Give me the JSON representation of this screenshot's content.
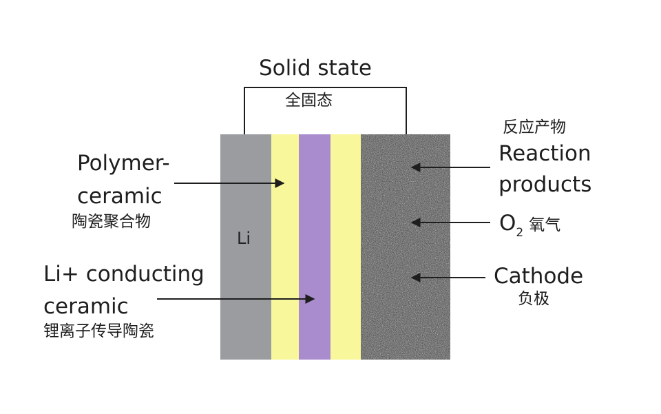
{
  "header": {
    "title_en": "Solid state",
    "title_cn": "全固态"
  },
  "layers": {
    "anode_label": "Li"
  },
  "left_labels": {
    "polymer_line1": "Polymer-",
    "polymer_line2": "ceramic",
    "polymer_cn": "陶瓷聚合物",
    "li_ceramic_line1": "Li+ conducting",
    "li_ceramic_line2": "ceramic",
    "li_ceramic_cn": "锂离子传导陶瓷"
  },
  "right_labels": {
    "reaction_cn": "反应产物",
    "reaction_line1": "Reaction",
    "reaction_line2": "products",
    "o2_symbol": "O",
    "o2_subscript": "2",
    "o2_cn": "氧气",
    "cathode_en": "Cathode",
    "cathode_cn": "负极"
  },
  "colors": {
    "lithium": "#9a9ca0",
    "polymer_ceramic": "#f9f79b",
    "li_conducting_ceramic": "#a98ccd",
    "cathode_base": "#3e3e3e",
    "line": "#1e1e1e"
  }
}
